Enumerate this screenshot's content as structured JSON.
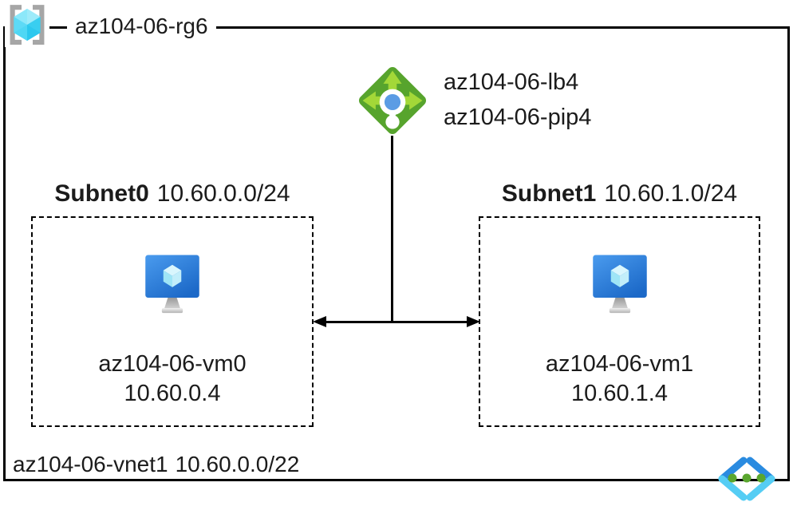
{
  "diagram": {
    "resource_group": {
      "label": "az104-06-rg6"
    },
    "load_balancer": {
      "name": "az104-06-lb4",
      "public_ip": "az104-06-pip4"
    },
    "subnets": [
      {
        "name": "Subnet0",
        "cidr": "10.60.0.0/24",
        "vm": {
          "name": "az104-06-vm0",
          "ip": "10.60.0.4"
        }
      },
      {
        "name": "Subnet1",
        "cidr": "10.60.1.0/24",
        "vm": {
          "name": "az104-06-vm1",
          "ip": "10.60.1.4"
        }
      }
    ],
    "vnet": {
      "name": "az104-06-vnet1",
      "cidr": "10.60.0.0/22"
    },
    "icons": {
      "resource_group": "resource-group-icon",
      "load_balancer": "load-balancer-icon",
      "virtual_machine": "virtual-machine-icon",
      "virtual_network": "virtual-network-icon"
    }
  },
  "colors": {
    "border": "#000000",
    "text": "#1b1b1b",
    "lb_green": "#57a42d",
    "lb_arrow_green": "#a3d838",
    "lb_dot_blue": "#5b9ce4",
    "vm_blue_light": "#4a9bee",
    "vm_blue_dark": "#1c69c8",
    "cube_cyan_top": "#8ce8fa",
    "cube_cyan_left": "#4fd7f4",
    "cube_cyan_right": "#2cc8ee",
    "bracket_gray": "#a6a6a6",
    "vnet_blue": "#2a8be0",
    "vnet_cyan": "#55cdf4",
    "vnet_dot_green": "#5aa62e"
  }
}
